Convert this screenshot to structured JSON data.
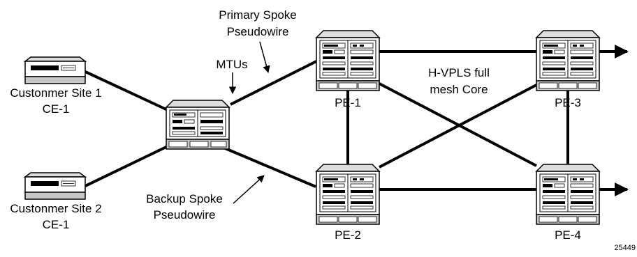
{
  "labels": {
    "primary_spoke_1": "Primary Spoke",
    "primary_spoke_2": "Pseudowire",
    "mtus": "MTUs",
    "hvpls_1": "H-VPLS full",
    "hvpls_2": "mesh Core",
    "site1_name": "Custonmer Site 1",
    "site1_ce": "CE-1",
    "site2_name": "Custonmer Site 2",
    "site2_ce": "CE-1",
    "backup_spoke_1": "Backup Spoke",
    "backup_spoke_2": "Pseudowire",
    "pe1": "PE-1",
    "pe2": "PE-2",
    "pe3": "PE-3",
    "pe4": "PE-4",
    "figure_id": "25449"
  },
  "nodes": [
    {
      "id": "ce1",
      "type": "ce-device",
      "name": "Custonmer Site 1",
      "role": "CE-1"
    },
    {
      "id": "ce2",
      "type": "ce-device",
      "name": "Custonmer Site 2",
      "role": "CE-1"
    },
    {
      "id": "mtu",
      "type": "mtu-switch",
      "name": "MTUs"
    },
    {
      "id": "pe1",
      "type": "pe-router",
      "name": "PE-1"
    },
    {
      "id": "pe2",
      "type": "pe-router",
      "name": "PE-2"
    },
    {
      "id": "pe3",
      "type": "pe-router",
      "name": "PE-3"
    },
    {
      "id": "pe4",
      "type": "pe-router",
      "name": "PE-4"
    }
  ],
  "links": [
    {
      "from": "ce1",
      "to": "mtu"
    },
    {
      "from": "ce2",
      "to": "mtu"
    },
    {
      "from": "mtu",
      "to": "pe1",
      "label": "Primary Spoke Pseudowire"
    },
    {
      "from": "mtu",
      "to": "pe2",
      "label": "Backup Spoke Pseudowire"
    },
    {
      "from": "pe1",
      "to": "pe3"
    },
    {
      "from": "pe1",
      "to": "pe2"
    },
    {
      "from": "pe1",
      "to": "pe4"
    },
    {
      "from": "pe2",
      "to": "pe3"
    },
    {
      "from": "pe2",
      "to": "pe4"
    },
    {
      "from": "pe3",
      "to": "pe4"
    }
  ],
  "colors": {
    "line": "#000000",
    "device_fill": "#ffffff",
    "device_shade": "#c8c8c8"
  }
}
